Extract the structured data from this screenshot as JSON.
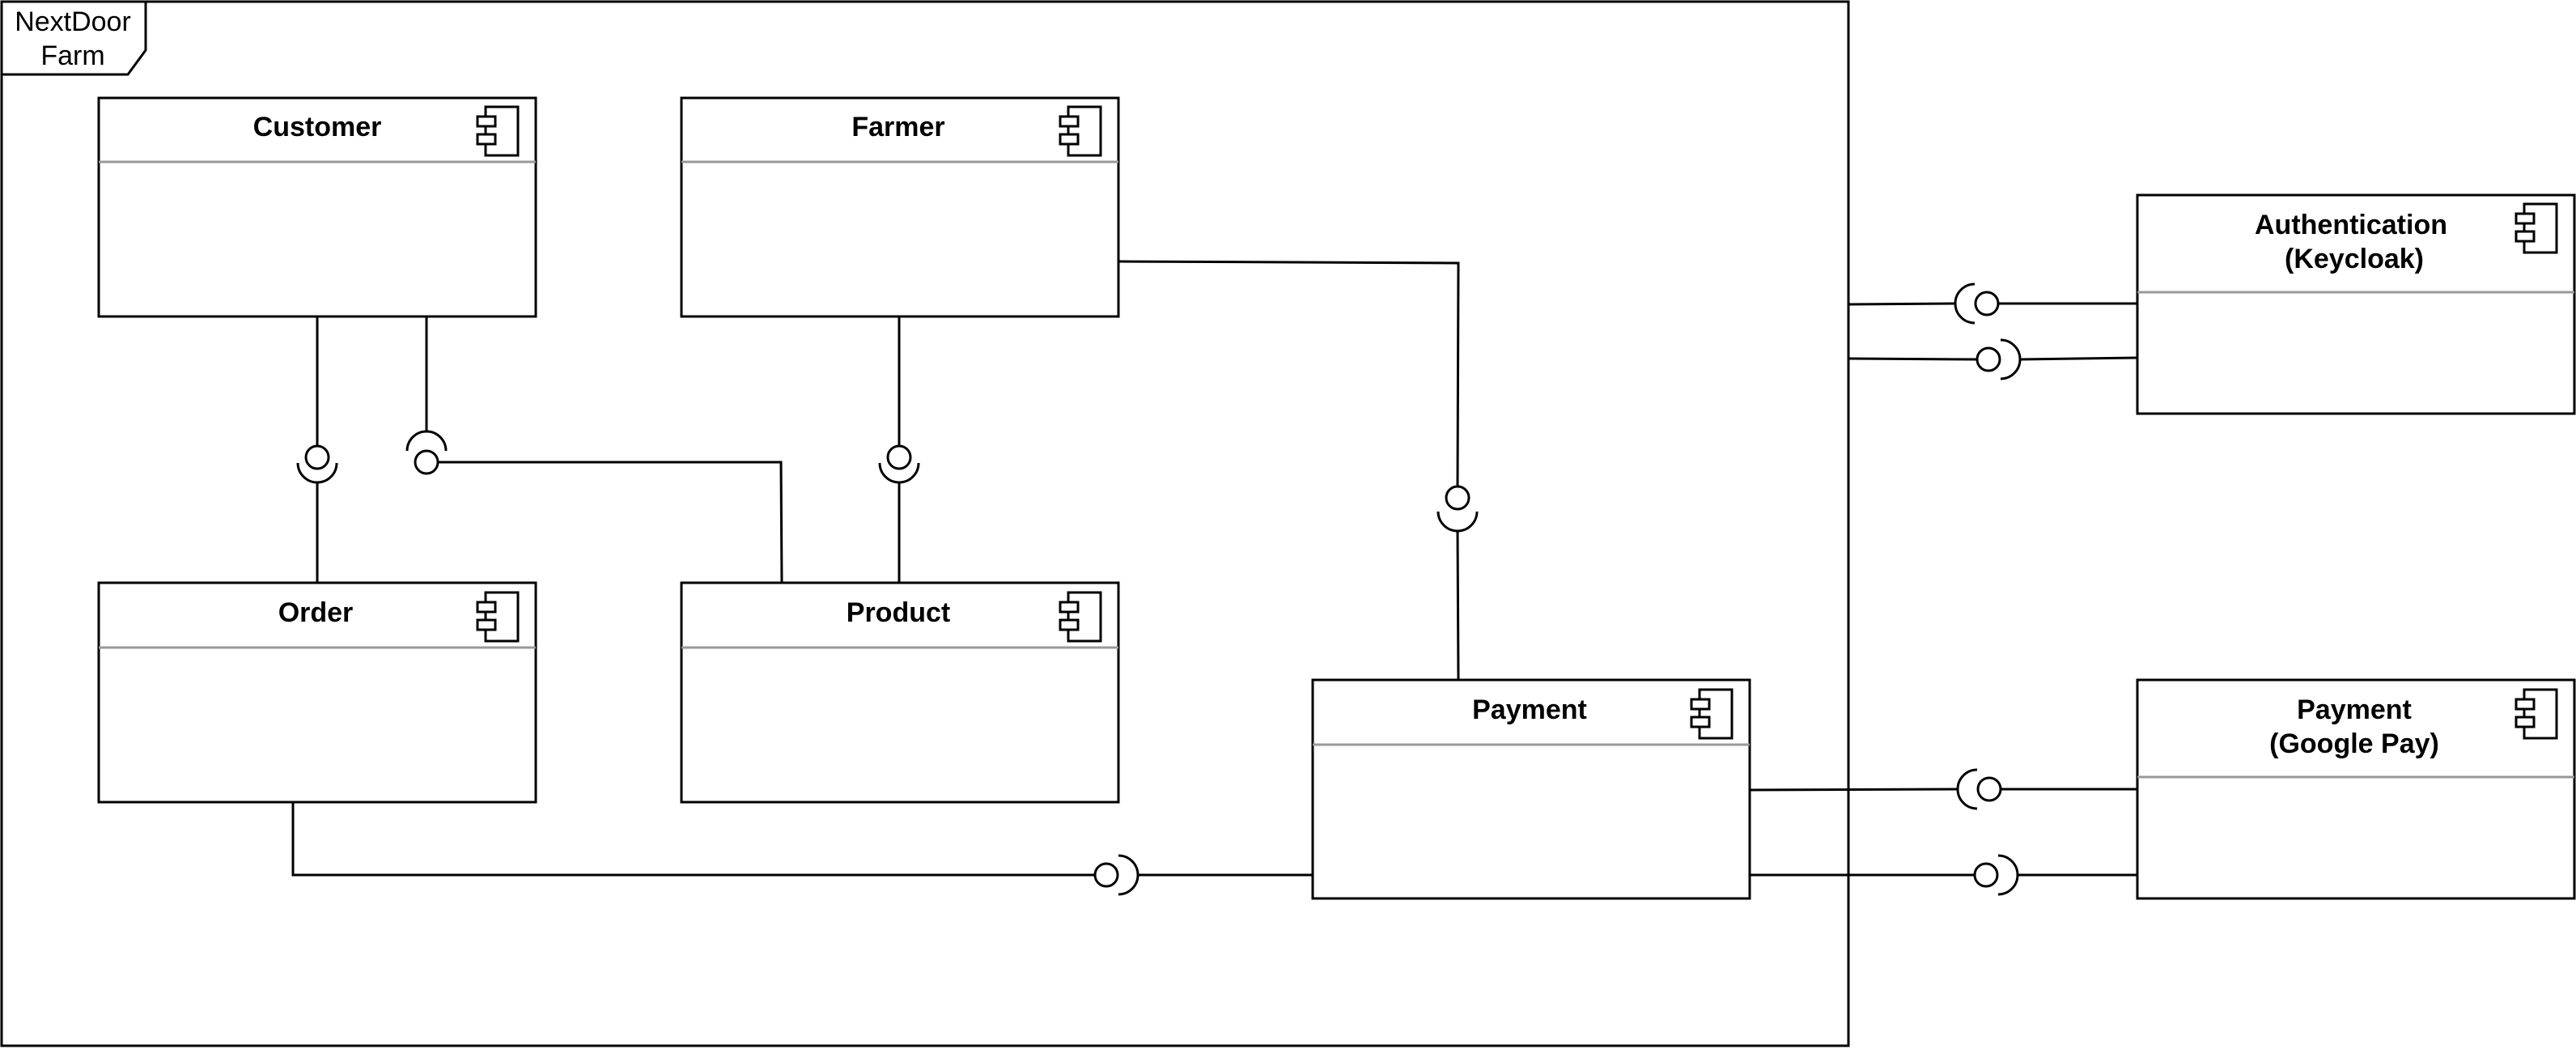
{
  "frame": {
    "label_line1": "NextDoor",
    "label_line2": "Farm"
  },
  "components": {
    "customer": {
      "line1": "Customer",
      "line2": ""
    },
    "farmer": {
      "line1": "Farmer",
      "line2": ""
    },
    "order": {
      "line1": "Order",
      "line2": ""
    },
    "product": {
      "line1": "Product",
      "line2": ""
    },
    "payment": {
      "line1": "Payment",
      "line2": ""
    },
    "auth": {
      "line1": "Authentication",
      "line2": "(Keycloak)"
    },
    "gpay": {
      "line1": "Payment",
      "line2": "(Google Pay)"
    }
  },
  "colors": {
    "stroke": "#000000",
    "separator": "#999999",
    "background": "#ffffff"
  },
  "icons": {
    "component": "uml-component-icon",
    "provided": "lollipop-provided-interface-icon",
    "required": "socket-required-interface-icon"
  }
}
